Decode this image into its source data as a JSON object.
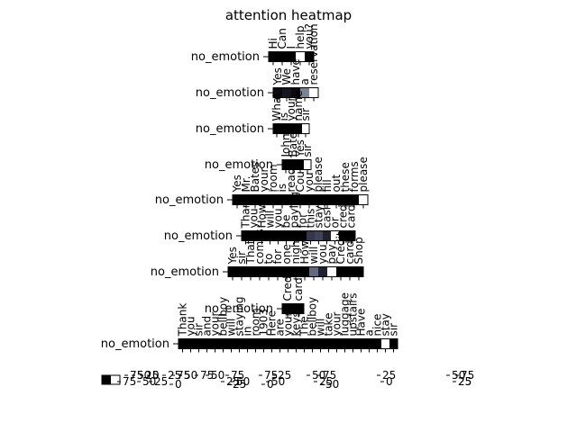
{
  "chart_data": {
    "type": "heatmap",
    "title": "attention heatmap",
    "colormap": "bone",
    "value_range": [
      0,
      1
    ],
    "rows": [
      {
        "label": "no_emotion",
        "tokens": [
          "Hi",
          "Can",
          "I",
          "help",
          "you?"
        ],
        "values": [
          0.0,
          0.0,
          0.0,
          1.0,
          0.0
        ]
      },
      {
        "label": "no_emotion",
        "tokens": [
          "Yes",
          "We",
          "have",
          "a",
          "reservation"
        ],
        "values": [
          0.05,
          0.1,
          0.05,
          0.55,
          1.0
        ]
      },
      {
        "label": "no_emotion",
        "tokens": [
          "What",
          "is",
          "your",
          "name",
          "sir"
        ],
        "values": [
          0.0,
          0.0,
          0.0,
          0.0,
          1.0
        ]
      },
      {
        "label": "no_emotion",
        "tokens": [
          "John",
          "Bates",
          "Yes",
          "sir"
        ],
        "values": [
          0.0,
          0.0,
          0.0,
          1.0
        ]
      },
      {
        "label": "no_emotion",
        "tokens": [
          "Yes",
          "Mr.",
          "Bates",
          "your",
          "room",
          "is",
          "ready",
          "Could",
          "you",
          "please",
          "fill",
          "out",
          "these",
          "forms",
          "please"
        ],
        "values": [
          0.0,
          0.0,
          0.0,
          0.0,
          0.0,
          0.0,
          0.0,
          0.0,
          0.0,
          0.0,
          0.0,
          0.0,
          0.0,
          0.0,
          1.0
        ]
      },
      {
        "label": "no_emotion",
        "tokens": [
          "Thank",
          "you",
          "How",
          "will",
          "you",
          "be",
          "paying",
          "for",
          "this",
          "stay",
          "cash",
          "or",
          "credit",
          "card"
        ],
        "values": [
          0.0,
          0.0,
          0.0,
          0.0,
          0.0,
          0.0,
          0.0,
          0.0,
          0.25,
          0.3,
          0.15,
          1.0,
          0.0,
          0.0
        ]
      },
      {
        "label": "no_emotion",
        "tokens": [
          "Yes",
          "sir",
          "That",
          "comes",
          "to",
          "for",
          "one",
          "night",
          "How",
          "will",
          "you",
          "pay",
          "Credit",
          "card",
          "Shop"
        ],
        "values": [
          0.0,
          0.0,
          0.0,
          0.0,
          0.0,
          0.0,
          0.0,
          0.0,
          0.0,
          0.45,
          0.15,
          1.0,
          0.0,
          0.0,
          0.0
        ]
      },
      {
        "label": "no_emotion",
        "tokens": [
          "Credit",
          "card"
        ],
        "values": [
          0.0,
          0.0
        ]
      },
      {
        "label": "no_emotion",
        "tokens": [
          "Thank",
          "you",
          "sir",
          "and",
          "your",
          "bellboy",
          "will",
          "staying",
          "in",
          "room",
          "1903",
          "Here",
          "are",
          "your",
          "keys",
          "The",
          "bellboy",
          "will",
          "take",
          "your",
          "luggage",
          "upstairs",
          "Have",
          "a",
          "nice",
          "stay",
          "sir"
        ],
        "values": [
          0.0,
          0.0,
          0.0,
          0.0,
          0.0,
          0.0,
          0.0,
          0.0,
          0.0,
          0.0,
          0.0,
          0.0,
          0.0,
          0.0,
          0.0,
          0.0,
          0.0,
          0.0,
          0.0,
          0.0,
          0.0,
          0.0,
          0.0,
          0.0,
          0.0,
          1.0,
          0.0
        ]
      }
    ],
    "colorbar_ticks": [
      "75",
      "50",
      "25",
      "0",
      "75",
      "50",
      "25",
      "75",
      "50",
      "25",
      "0",
      "75",
      "50",
      "25",
      "75",
      "50",
      "25",
      "75",
      "50",
      "25",
      "0",
      "50",
      "25",
      "75",
      "50",
      "25",
      "0",
      "50",
      "25",
      "75",
      "25"
    ]
  }
}
